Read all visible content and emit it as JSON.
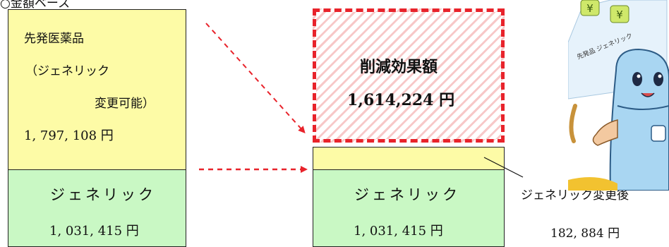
{
  "header": {
    "label": "○金額ベース"
  },
  "before": {
    "brand_title": "先発医薬品",
    "brand_sub1": "（ジェネリック",
    "brand_sub2": "変更可能）",
    "brand_amount": "1, 797, 108 円",
    "generic_label": "ジェネリック",
    "generic_amount": "1, 031, 415 円"
  },
  "after": {
    "savings_title": "削減効果額",
    "savings_amount": "1,614,224 円",
    "generic_label": "ジェネリック",
    "generic_amount": "1, 031, 415 円"
  },
  "callout": {
    "label": "ジェネリック変更後",
    "amount": "182, 884 円"
  },
  "illustration": {
    "sign_text": "先発品 ジェネリック",
    "coin_symbol": "¥"
  },
  "colors": {
    "yellow": "#fdfba6",
    "green": "#c9f8c4",
    "red": "#e8232b"
  }
}
